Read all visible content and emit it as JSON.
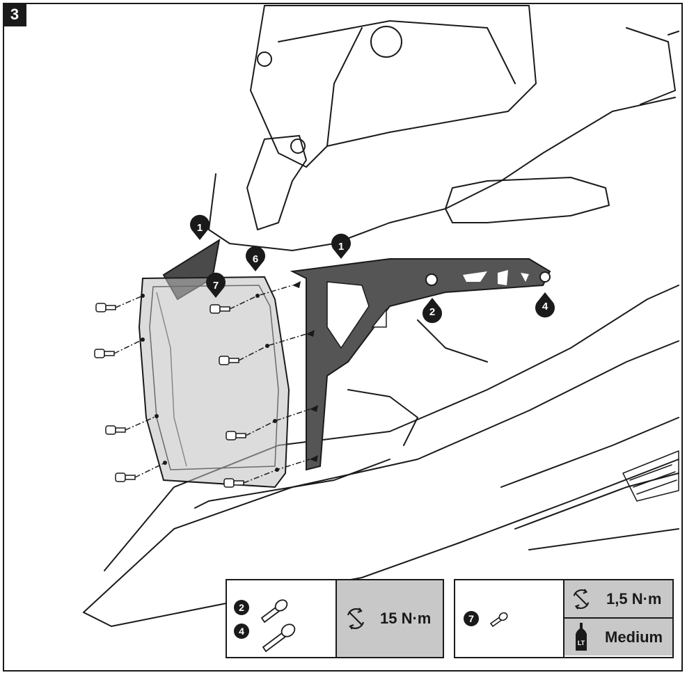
{
  "step": {
    "number": "3"
  },
  "callouts": {
    "bracket_left": "1",
    "bracket_right": "1",
    "guard": "6",
    "guard_screw": "7",
    "pivot_a": "2",
    "pivot_b": "4"
  },
  "spec_left": {
    "items": [
      "2",
      "4"
    ],
    "torque": "15 N·m",
    "icons": [
      "bolt-icon",
      "torque-wrench-icon"
    ]
  },
  "spec_right": {
    "items": [
      "7"
    ],
    "torque": "1,5 N·m",
    "threadlocker": "Medium",
    "threadlocker_badge": "LT",
    "icons": [
      "screw-icon",
      "torque-wrench-icon",
      "threadlocker-bottle-icon"
    ]
  }
}
